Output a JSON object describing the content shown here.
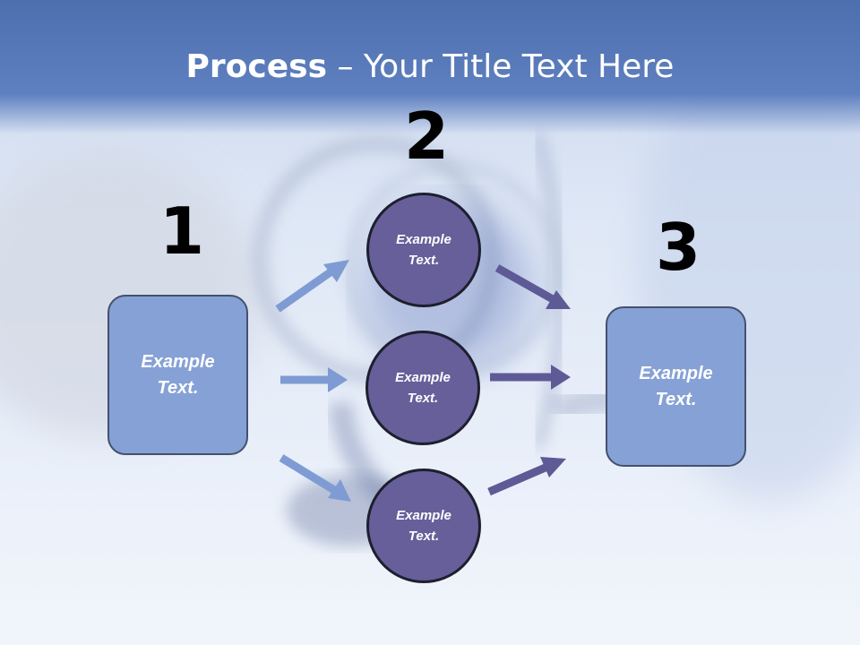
{
  "slide": {
    "title_bold": "Process",
    "title_rest": " – Your Title Text Here"
  },
  "steps": {
    "step1": {
      "number": "1",
      "text": "Example\nText."
    },
    "step2": {
      "number": "2",
      "circles": [
        {
          "text": "Example\nText."
        },
        {
          "text": "Example\nText."
        },
        {
          "text": "Example\nText."
        }
      ]
    },
    "step3": {
      "number": "3",
      "text": "Example\nText."
    }
  },
  "colors": {
    "box_fill": "#86a1d5",
    "circle_fill": "#665f9a",
    "arrow_light": "#7f9bd3",
    "arrow_dark": "#5e5a96",
    "title_band": "#4d6fae"
  }
}
